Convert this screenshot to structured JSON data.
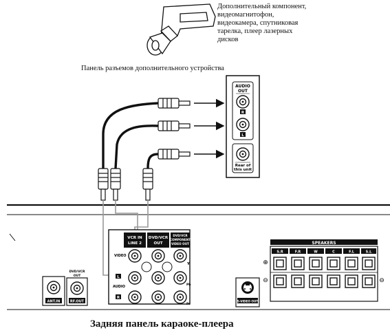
{
  "device_description": {
    "lines": [
      "Дополнительный компонент,",
      "видеомагнитофон,",
      "видеокамера, спутниковая",
      "тарелка, плеер лазерных",
      "дисков"
    ]
  },
  "device_panel_label": "Панель разъемов дополнительного устройства",
  "aux_panel": {
    "audio_out": [
      "AUDIO",
      "OUT"
    ],
    "channel_right": "R",
    "channel_left": "L",
    "rear_of_unit": [
      "Rear of",
      "this unit"
    ]
  },
  "rear_panel": {
    "vcr_in": [
      "VCR IN",
      "LINE 2"
    ],
    "dvd_vcr_out": [
      "DVD/VCR",
      "OUT"
    ],
    "component_header": [
      "DVD/VCR",
      "COMPONENT",
      "VIDEO OUT"
    ],
    "video": "VIDEO",
    "audio_left": "L",
    "audio_right": "R",
    "audio": "AUDIO",
    "y_label": "Y",
    "pb_label": "Pb",
    "pr_label": "Pr",
    "ant_in": "ANT.IN",
    "rf_out_top": [
      "DVD/VCR",
      "OUT"
    ],
    "rf_out": "RF.OUT",
    "s_video_out": "S-VIDEO OUT",
    "speakers_title": "SPEAKERS",
    "speaker_channels": [
      "S.R",
      "F.R",
      "W",
      "C",
      "F.L",
      "S.L"
    ],
    "plus_sign": "⊕",
    "minus_sign": "⊖"
  },
  "caption": "Задняя панель караоке-плеера"
}
